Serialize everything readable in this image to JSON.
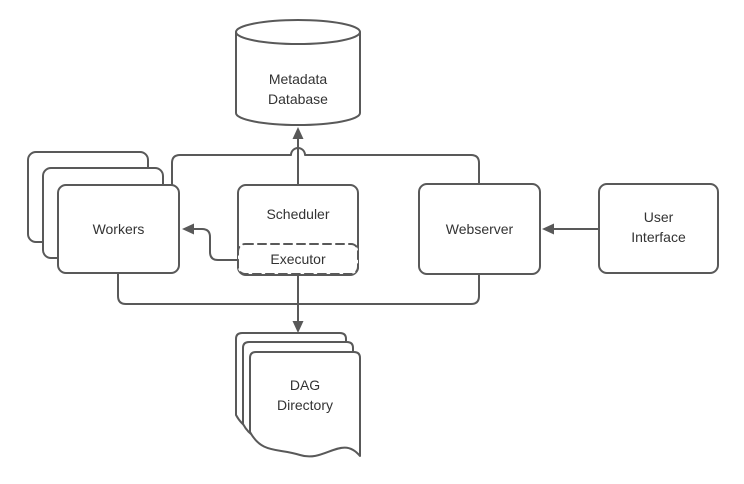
{
  "diagram": {
    "type": "architecture-flow-diagram",
    "colors": {
      "background": "#ffffff",
      "stroke": "#595959",
      "text": "#333333",
      "node_fill": "#ffffff"
    },
    "nodes": {
      "metadata_database": {
        "label": "Metadata\nDatabase",
        "shape": "cylinder"
      },
      "workers": {
        "label": "Workers",
        "shape": "stacked-rounded-rect",
        "stack_count": 3
      },
      "scheduler": {
        "label": "Scheduler",
        "shape": "rounded-rect"
      },
      "executor": {
        "label": "Executor",
        "shape": "dashed-rounded-rect",
        "parent": "scheduler"
      },
      "webserver": {
        "label": "Webserver",
        "shape": "rounded-rect"
      },
      "user_interface": {
        "label": "User\nInterface",
        "shape": "rounded-rect"
      },
      "dag_directory": {
        "label": "DAG\nDirectory",
        "shape": "stacked-document",
        "stack_count": 3
      }
    },
    "edges": [
      {
        "from": "scheduler",
        "to": "metadata_database",
        "arrow": true,
        "style": "solid"
      },
      {
        "from": "workers",
        "to": "metadata_database",
        "arrow": true,
        "style": "solid",
        "via": "top-bus"
      },
      {
        "from": "webserver",
        "to": "metadata_database",
        "arrow": true,
        "style": "solid",
        "via": "top-bus"
      },
      {
        "from": "executor",
        "to": "workers",
        "arrow": true,
        "style": "solid"
      },
      {
        "from": "user_interface",
        "to": "webserver",
        "arrow": true,
        "style": "solid"
      },
      {
        "from": "scheduler",
        "to": "dag_directory",
        "arrow": true,
        "style": "solid"
      },
      {
        "from": "workers",
        "to": "dag_directory",
        "arrow": true,
        "style": "solid",
        "via": "bottom-bus"
      },
      {
        "from": "webserver",
        "to": "dag_directory",
        "arrow": true,
        "style": "solid",
        "via": "bottom-bus"
      }
    ]
  }
}
